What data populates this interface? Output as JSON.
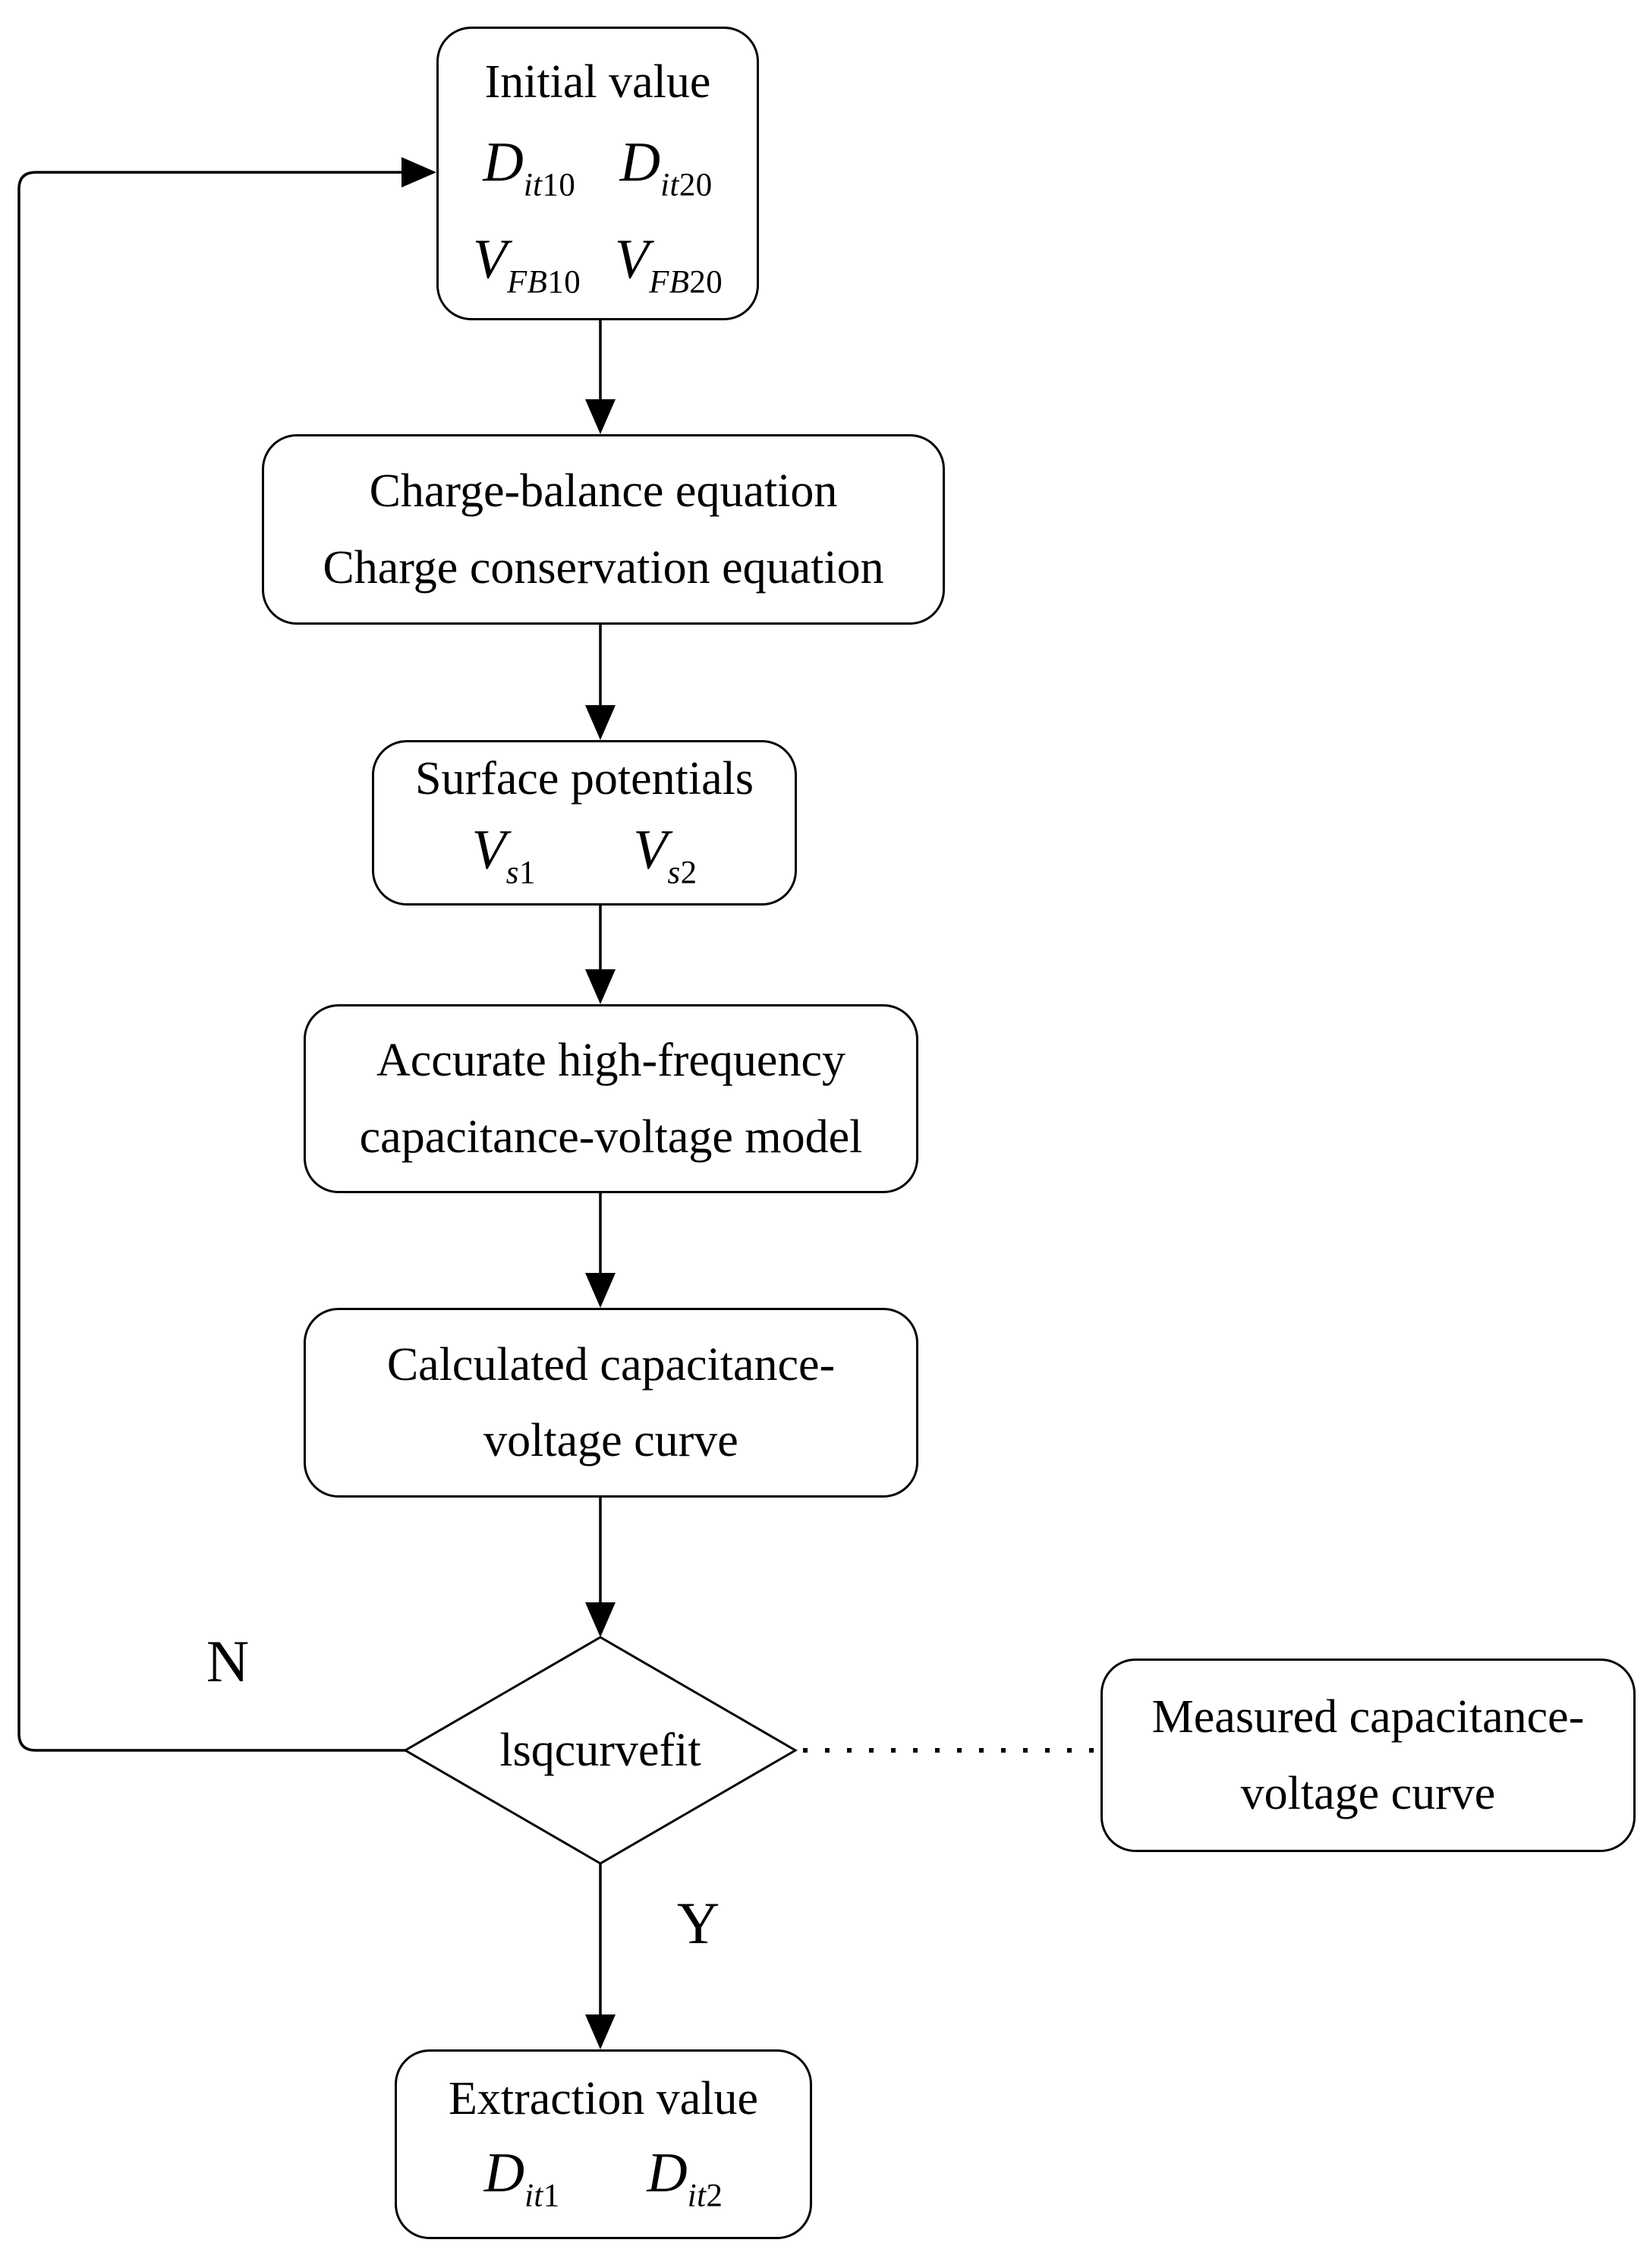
{
  "page": {
    "background": "#ffffff"
  },
  "diagram": {
    "type": "flowchart",
    "colors": {
      "line": "#000000",
      "text": "#000000",
      "node_fill": "#ffffff"
    },
    "nodes": {
      "initial": {
        "title": "Initial value",
        "row1": [
          {
            "base": "D",
            "sub_i": "it",
            "sub_n": "10"
          },
          {
            "base": "D",
            "sub_i": "it",
            "sub_n": "20"
          }
        ],
        "row2": [
          {
            "base": "V",
            "sub_i": "FB",
            "sub_n": "10"
          },
          {
            "base": "V",
            "sub_i": "FB",
            "sub_n": "20"
          }
        ]
      },
      "charge_balance": {
        "line1": "Charge-balance equation",
        "line2": "Charge conservation equation"
      },
      "surface_potentials": {
        "title": "Surface potentials",
        "row1": [
          {
            "base": "V",
            "sub_i": "s",
            "sub_n": "1"
          },
          {
            "base": "V",
            "sub_i": "s",
            "sub_n": "2"
          }
        ]
      },
      "hf_model": {
        "line1": "Accurate high-frequency",
        "line2": "capacitance-voltage model"
      },
      "calculated_curve": {
        "line1": "Calculated capacitance-",
        "line2": "voltage curve"
      },
      "decision": {
        "label": "lsqcurvefit"
      },
      "measured_curve": {
        "line1": "Measured capacitance-",
        "line2": "voltage curve"
      },
      "extraction": {
        "title": "Extraction value",
        "row1": [
          {
            "base": "D",
            "sub_i": "it",
            "sub_n": "1"
          },
          {
            "base": "D",
            "sub_i": "it",
            "sub_n": "2"
          }
        ]
      }
    },
    "edge_labels": {
      "no": "N",
      "yes": "Y"
    }
  }
}
